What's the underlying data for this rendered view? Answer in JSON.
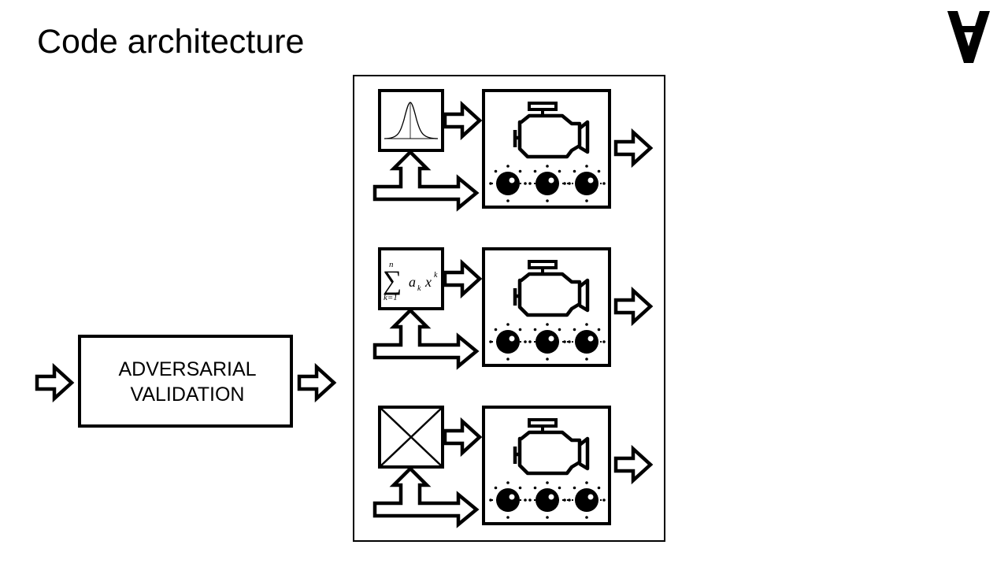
{
  "slide": {
    "title": "Code architecture"
  },
  "adversarial_validation": {
    "line1": "ADVERSARIAL",
    "line2": "VALIDATION"
  },
  "pipelines": [
    {
      "preprocess_icon": "gaussian-curve-icon",
      "model_icon": "engine-icon",
      "tuning_icon": "knobs-icon"
    },
    {
      "preprocess_icon": "polynomial-sum-icon",
      "model_icon": "engine-icon",
      "tuning_icon": "knobs-icon"
    },
    {
      "preprocess_icon": "box-cross-icon",
      "model_icon": "engine-icon",
      "tuning_icon": "knobs-icon"
    }
  ],
  "formula": {
    "sigma": "∑",
    "upper": "n",
    "lower": "k=1",
    "a": "a",
    "a_sub": "k",
    "x": "x",
    "x_sup": "k"
  },
  "colors": {
    "stroke": "#000000",
    "background": "#ffffff"
  }
}
